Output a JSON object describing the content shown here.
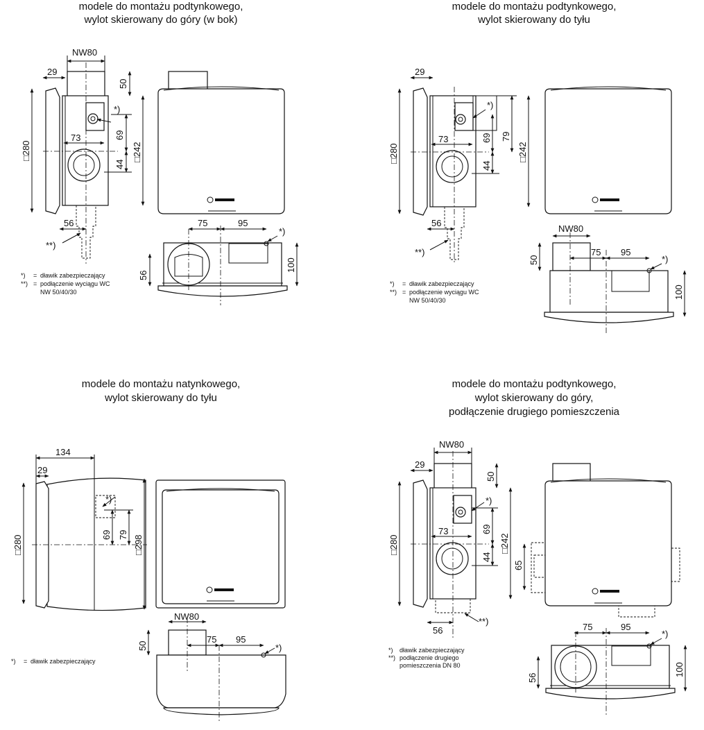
{
  "panels": [
    {
      "title_lines": [
        "modele do montażu podtynkowego,",
        "wylot skierowany do góry (w bok)"
      ],
      "dims": {
        "nw": "NW80",
        "d29": "29",
        "d50": "50",
        "d280": "□280",
        "d73": "73",
        "d69": "69",
        "d242": "□242",
        "d44": "44",
        "d56": "56",
        "d75": "75",
        "d95": "95",
        "d100": "100",
        "d56b": "56"
      },
      "marks": {
        "star1": "*)",
        "star2": "**)",
        "star3": "*)"
      },
      "legend": [
        {
          "mark": "*)",
          "sep": "=",
          "text": "dławik zabezpieczający"
        },
        {
          "mark": "**)",
          "sep": "=",
          "text": "podłączenie wyciągu WC"
        },
        {
          "mark": "",
          "sep": "",
          "text": "NW 50/40/30"
        }
      ]
    },
    {
      "title_lines": [
        "modele do montażu podtynkowego,",
        "wylot skierowany do tyłu"
      ],
      "dims": {
        "d29": "29",
        "d280": "□280",
        "d73": "73",
        "d69": "69",
        "d79": "79",
        "d242": "□242",
        "d44": "44",
        "d56": "56",
        "nw": "NW80",
        "d50": "50",
        "d75": "75",
        "d95": "95",
        "d100": "100"
      },
      "marks": {
        "star1": "*)",
        "star2": "**)",
        "star3": "*)"
      },
      "legend": [
        {
          "mark": "*)",
          "sep": "=",
          "text": "dławik zabezpieczający"
        },
        {
          "mark": "**)",
          "sep": "=",
          "text": "podłączenie wyciągu WC"
        },
        {
          "mark": "",
          "sep": "",
          "text": "NW 50/40/30"
        }
      ]
    },
    {
      "title_lines": [
        "modele do montażu natynkowego,",
        "wylot skierowany do tyłu"
      ],
      "dims": {
        "d134": "134",
        "d29": "29",
        "d280": "□280",
        "d69": "69",
        "d79": "79",
        "d298": "□298",
        "nw": "NW80",
        "d50": "50",
        "d75": "75",
        "d95": "95"
      },
      "marks": {
        "star1": "*)",
        "star3": "*)"
      },
      "legend": [
        {
          "mark": "*)",
          "sep": "=",
          "text": "dławik zabezpieczający"
        }
      ]
    },
    {
      "title_lines": [
        "modele do montażu podtynkowego,",
        "wylot skierowany do góry,",
        "podłączenie drugiego pomieszczenia"
      ],
      "dims": {
        "nw": "NW80",
        "d29": "29",
        "d50": "50",
        "d280": "□280",
        "d73": "73",
        "d69": "69",
        "d242": "□242",
        "d44": "44",
        "d65": "65",
        "d56": "56",
        "d75": "75",
        "d95": "95",
        "d100": "100",
        "d56b": "56"
      },
      "marks": {
        "star1": "*)",
        "star2": "**)",
        "star3": "*)"
      },
      "legend": [
        {
          "mark": "*)",
          "sep": "",
          "text": "dławik zabezpieczający"
        },
        {
          "mark": "**)",
          "sep": "",
          "text": "podłączenie drugiego"
        },
        {
          "mark": "",
          "sep": "",
          "text": "pomieszczenia DN 80"
        }
      ]
    }
  ]
}
